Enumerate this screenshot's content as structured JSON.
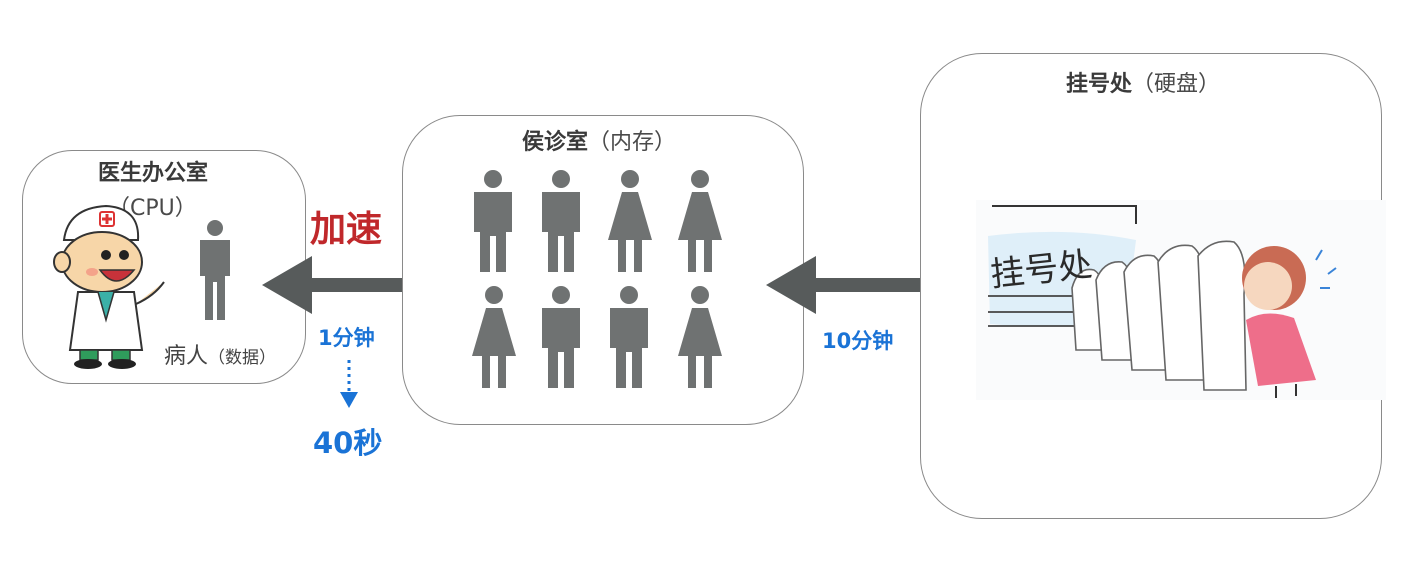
{
  "doctor_office": {
    "title": "医生办公室",
    "subtitle": "（CPU）",
    "patient_label": "病人",
    "patient_note": "（数据）"
  },
  "waiting_room": {
    "title": "侯诊室",
    "subtitle": "（内存）",
    "people_row1": [
      "male",
      "male",
      "female",
      "female"
    ],
    "people_row2": [
      "female",
      "male",
      "male",
      "female"
    ]
  },
  "registration": {
    "title": "挂号处",
    "subtitle": "（硬盘）",
    "sign_text": "挂号处"
  },
  "arrows": {
    "accelerate_label": "加速",
    "memory_to_cpu_time": "1分钟",
    "memory_to_cpu_accelerated": "40秒",
    "disk_to_memory_time": "10分钟"
  },
  "colors": {
    "person": "#6f7272",
    "arrow": "#575b5b",
    "blue": "#1a73d6",
    "red": "#c0282b",
    "border": "#8a8a8a"
  }
}
